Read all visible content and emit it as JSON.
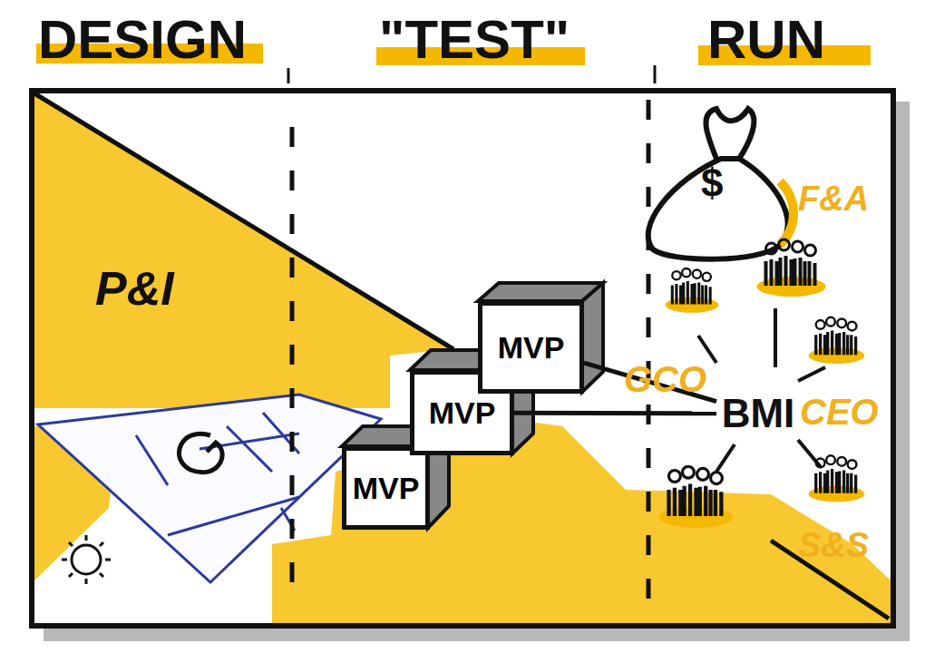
{
  "diagram": {
    "nodes": [
      {
        "text": [
          "MVP"
        ]
      },
      {
        "text": [
          "MVP"
        ]
      },
      {
        "text": [
          "MVP"
        ]
      },
      {
        "text": [
          "BMI"
        ]
      }
    ],
    "edges": [
      {
        "from": 2,
        "to": 3,
        "arrow": "none"
      },
      {
        "from": 1,
        "to": 3,
        "arrow": "none"
      }
    ],
    "labels": [
      "DESIGN",
      "\"TEST\"",
      "RUN",
      "P&I",
      "$",
      "F&A",
      "GCO",
      "CEO",
      "S&S"
    ]
  }
}
